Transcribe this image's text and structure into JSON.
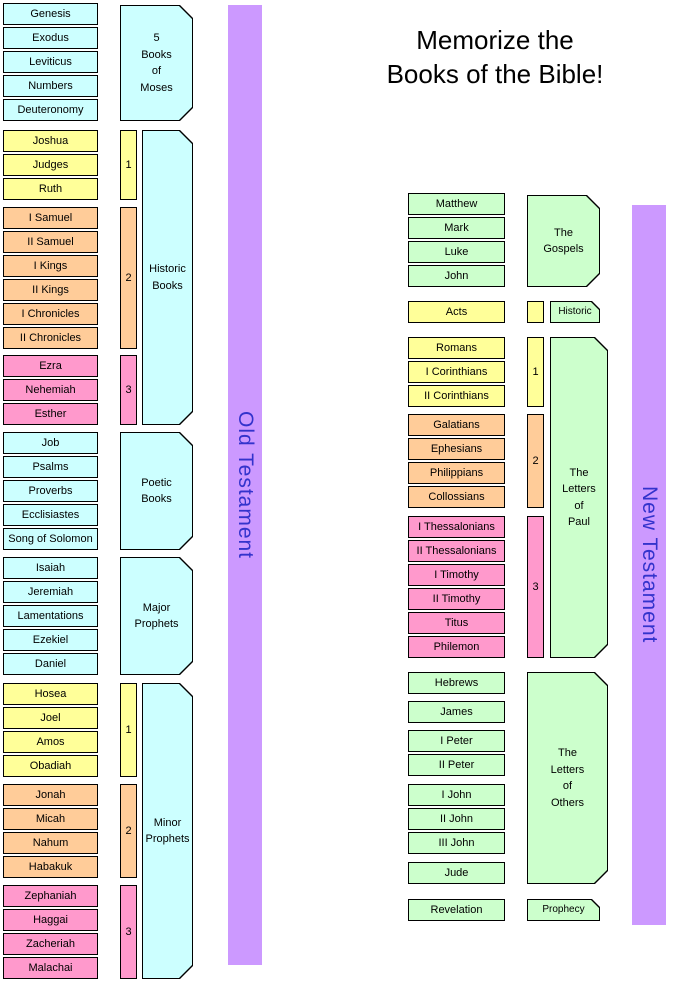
{
  "title": "Memorize the\nBooks of the Bible!",
  "colors": {
    "cyan": "#CCFFFF",
    "yellow": "#FFFF99",
    "orange": "#FFCC99",
    "pink": "#FF99CC",
    "green": "#CCFFCC",
    "purple_bar": "#CC99FF",
    "bar_text": "#3333CC",
    "border": "#000000"
  },
  "old_testament": {
    "bar_label": "Old Testament",
    "moses_label": "5\nBooks\nof\nMoses",
    "moses_books": [
      "Genesis",
      "Exodus",
      "Leviticus",
      "Numbers",
      "Deuteronomy"
    ],
    "historic_label": "Historic\nBooks",
    "historic_1": [
      "Joshua",
      "Judges",
      "Ruth"
    ],
    "historic_2": [
      "I Samuel",
      "II Samuel",
      "I Kings",
      "II Kings",
      "I Chronicles",
      "II Chronicles"
    ],
    "historic_3": [
      "Ezra",
      "Nehemiah",
      "Esther"
    ],
    "poetic_label": "Poetic\nBooks",
    "poetic_books": [
      "Job",
      "Psalms",
      "Proverbs",
      "Ecclisiastes",
      "Song of Solomon"
    ],
    "major_label": "Major\nProphets",
    "major_books": [
      "Isaiah",
      "Jeremiah",
      "Lamentations",
      "Ezekiel",
      "Daniel"
    ],
    "minor_label": "Minor\nProphets",
    "minor_1": [
      "Hosea",
      "Joel",
      "Amos",
      "Obadiah"
    ],
    "minor_2": [
      "Jonah",
      "Micah",
      "Nahum",
      "Habakuk"
    ],
    "minor_3": [
      "Zephaniah",
      "Haggai",
      "Zacheriah",
      "Malachai"
    ],
    "num_1": "1",
    "num_2": "2",
    "num_3": "3"
  },
  "new_testament": {
    "bar_label": "New Testament",
    "gospels_label": "The\nGospels",
    "gospels_books": [
      "Matthew",
      "Mark",
      "Luke",
      "John"
    ],
    "acts": "Acts",
    "historic_label": "Historic",
    "paul_label": "The\nLetters\nof\nPaul",
    "paul_1": [
      "Romans",
      "I Corinthians",
      "II Corinthians"
    ],
    "paul_2": [
      "Galatians",
      "Ephesians",
      "Philippians",
      "Collossians"
    ],
    "paul_3": [
      "I Thessalonians",
      "II Thessalonians",
      "I Timothy",
      "II Timothy",
      "Titus",
      "Philemon"
    ],
    "others_label": "The\nLetters\nof\nOthers",
    "others_books": [
      "Hebrews",
      "James",
      "I Peter",
      "II Peter",
      "I John",
      "II John",
      "III John",
      "Jude"
    ],
    "revelation": "Revelation",
    "prophecy_label": "Prophecy",
    "num_1": "1",
    "num_2": "2",
    "num_3": "3"
  }
}
